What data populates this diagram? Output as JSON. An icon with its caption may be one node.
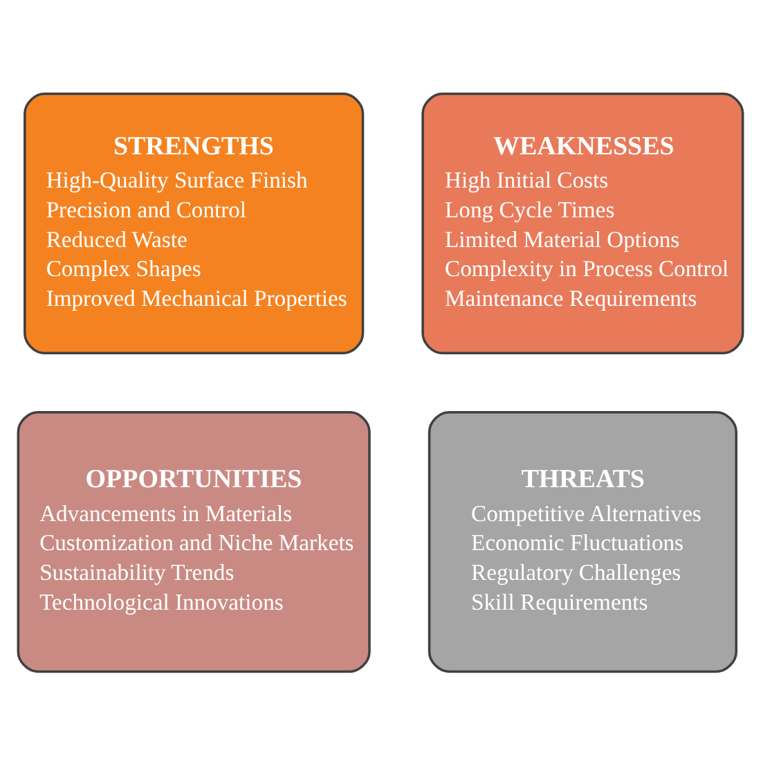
{
  "diagram": {
    "nodes": [
      {
        "text": [
          "STRENGTHS",
          "High-Quality Surface Finish",
          "Precision and Control",
          "Reduced Waste",
          "Complex Shapes",
          "Improved Mechanical Properties"
        ]
      },
      {
        "text": [
          "WEAKNESSES",
          "High Initial Costs",
          "Long Cycle Times",
          "Limited Material Options",
          "Complexity in Process Control",
          "Maintenance Requirements"
        ]
      },
      {
        "text": [
          "OPPORTUNITIES",
          "Advancements in Materials",
          "Customization and Niche Markets",
          "Sustainability Trends",
          "Technological Innovations"
        ]
      },
      {
        "text": [
          "THREATS",
          "Competitive Alternatives",
          "Economic Fluctuations",
          "Regulatory Challenges",
          "Skill Requirements"
        ]
      }
    ],
    "edges": []
  }
}
